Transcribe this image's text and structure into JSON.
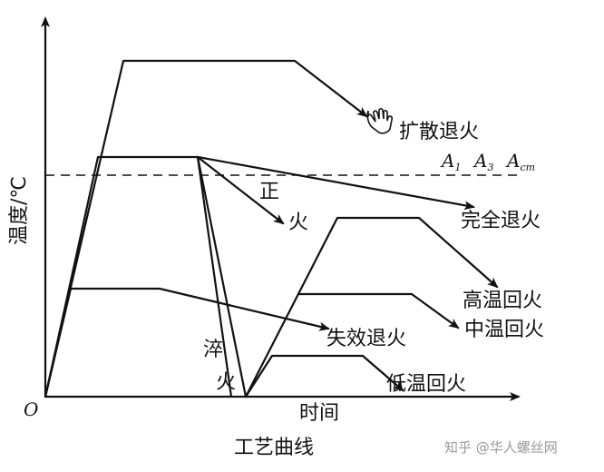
{
  "axes": {
    "y_label": "温度/℃",
    "x_label": "时间",
    "origin": "O"
  },
  "title": "工艺曲线",
  "critical_line": {
    "a1": "A",
    "a1_sub": "1",
    "a3": "A",
    "a3_sub": "3",
    "acm": "A",
    "acm_sub": "cm"
  },
  "processes": {
    "diffusion_annealing": "扩散退火",
    "full_annealing": "完全退火",
    "normalizing_1": "正",
    "normalizing_2": "火",
    "quenching_1": "淬",
    "quenching_2": "火",
    "high_temp_tempering": "高温回火",
    "mid_temp_tempering": "中温回火",
    "low_temp_tempering": "低温回火",
    "stress_relief_annealing": "失效退火"
  },
  "watermark": "知乎 @华人螺丝网",
  "icons": {
    "pointer": "hand-pointer-icon"
  }
}
